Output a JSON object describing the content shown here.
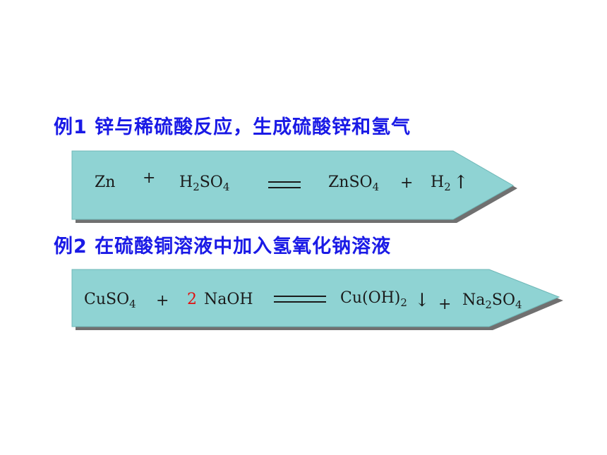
{
  "examples": [
    {
      "heading": "例1 锌与稀硫酸反应，生成硫酸锌和氢气",
      "reactant1": "Zn",
      "plus1": "+",
      "reactant2_base": "H",
      "reactant2_sub1": "2",
      "reactant2_mid": "SO",
      "reactant2_sub2": "4",
      "product1_base": "ZnSO",
      "product1_sub": "4",
      "plus2": "+",
      "product2_base": "H",
      "product2_sub": "2",
      "gas_arrow": "↑"
    },
    {
      "heading": "例2 在硫酸铜溶液中加入氢氧化钠溶液",
      "reactant1_base": "CuSO",
      "reactant1_sub": "4",
      "plus1": "+",
      "coefficient": "2",
      "reactant2": "NaOH",
      "product1_base": "Cu(OH)",
      "product1_sub": "2",
      "precipitate_arrow": "↓",
      "plus2": "+",
      "product2_a": "Na",
      "product2_sub1": "2",
      "product2_b": "SO",
      "product2_sub2": "4"
    }
  ],
  "colors": {
    "heading": "#1a1ae6",
    "arrow_fill": "#8fd3d3",
    "arrow_shadow": "#6e6e6e",
    "coefficient": "#e01010"
  }
}
